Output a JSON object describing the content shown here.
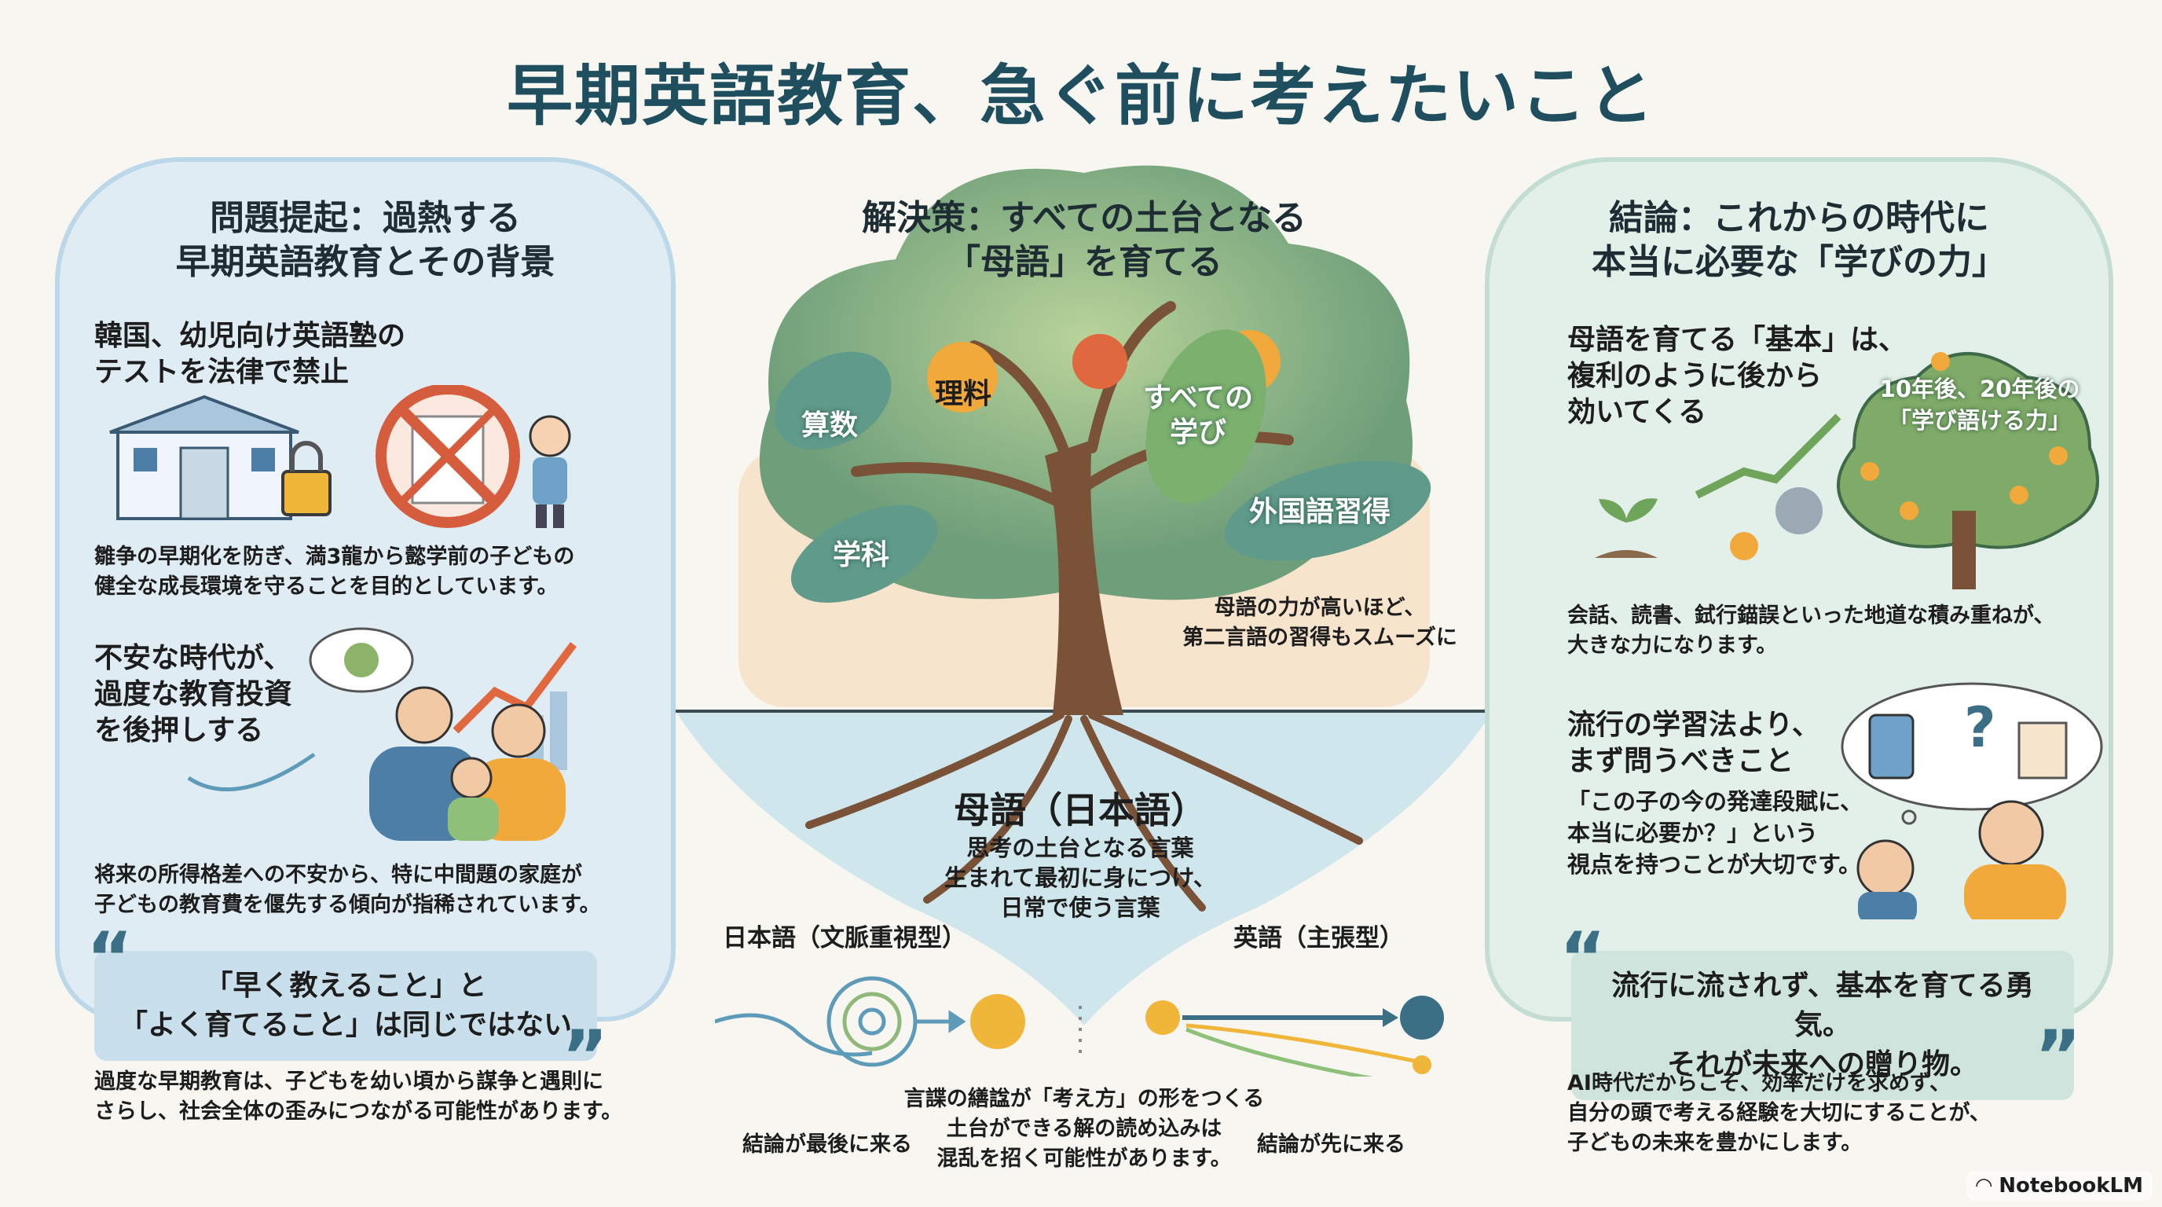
{
  "title": "早期英語教育、急ぐ前に考えたいこと",
  "left": {
    "heading": [
      "問題提起：過熱する",
      "早期英語教育とその背景"
    ],
    "item1_title": [
      "韓国、幼児向け英語塾の",
      "テストを法律で禁止"
    ],
    "item1_text": [
      "雛争の早期化を防ぎ、満3龍から懿学前の子どもの",
      "健全な成長環境を守ることを目的としています。"
    ],
    "item2_title": [
      "不安な時代が、",
      "過度な教育投資",
      "を後押しする"
    ],
    "item2_text": [
      "将来の所得格差への不安から、特に中間題の家庭が",
      "子どもの教育費を偃先する傾向が指稀されています。"
    ],
    "quote": [
      "「早く教えること」と",
      "「よく育てること」は同じではない"
    ],
    "bottom_text": [
      "過度な早期教育は、子どもを幼い頃から謀争と遇則に",
      "さらし、社会全体の歪みにつながる可能性があります。"
    ]
  },
  "center": {
    "heading": [
      "解決策：すべての土台となる",
      "「母語」を育てる"
    ],
    "leaves": [
      "算数",
      "理料",
      "すべての\n学び",
      "外国語習得",
      "学科"
    ],
    "caption": [
      "母語の力が高いほど、",
      "第二言語の習得もスムーズに"
    ],
    "root_title": "母語（日本語）",
    "root_text": [
      "思考の土台となる言葉",
      "生まれて最初に身につけ、",
      "日常で使う言葉"
    ],
    "jp_label": "日本語（文脈重視型）",
    "en_label": "英語（主張型）",
    "jp_caption": "結論が最後に来る",
    "en_caption": "結論が先に来る",
    "middle_text": [
      "言諜の繕諡が「考え方」の形をつくる",
      "土台ができる解の読め込みは",
      "混乱を招く可能性があります。"
    ]
  },
  "right": {
    "heading": [
      "結論：これからの時代に",
      "本当に必要な「学びの力」"
    ],
    "item1_title": [
      "母語を育てる「基本」は、",
      "複利のように後から",
      "効いてくる"
    ],
    "tree_label": [
      "10年後、20年後の",
      "「学び語ける力」"
    ],
    "item1_text": [
      "会話、読書、鉽行錨誤といった地道な積み重ねが、",
      "大きな力になります。"
    ],
    "item2_title": [
      "流行の学習法より、",
      "まず問うべきこと"
    ],
    "item2_text": [
      "「この子の今の発達段賦に、",
      "本当に必要か？」という",
      "視点を持つことが大切です。"
    ],
    "quote": [
      "流行に流されず、基本を育てる勇気。",
      "それが未来への贈り物。"
    ],
    "bottom_text": [
      "AI時代だからこそ、効率だけを求めず、",
      "自分の頭で考える経験を大切にすることが、",
      "子どもの未来を豊かにします。"
    ]
  },
  "brand": "NotebookLM",
  "colors": {
    "title": "#1f4f5e",
    "left_panel": "#dfecf4",
    "right_panel": "#e3efe9",
    "canopy": "#8fb87a",
    "trunk": "#7a5238",
    "accent_orange": "#f0a93a"
  }
}
